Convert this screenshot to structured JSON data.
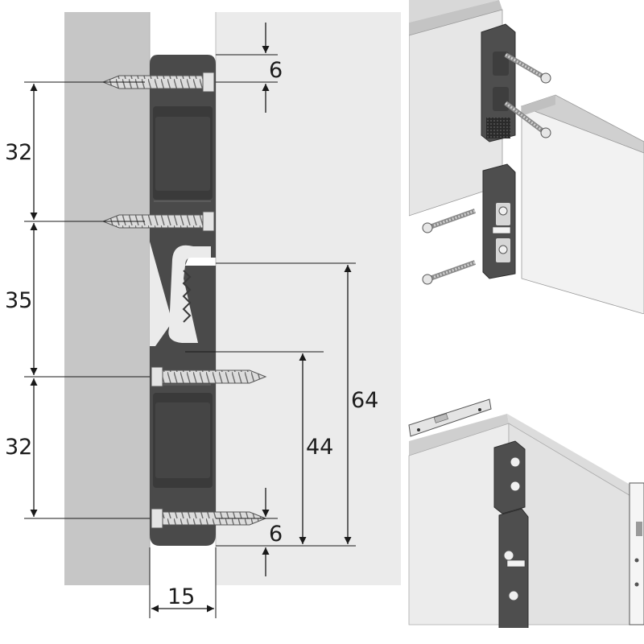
{
  "diagram": {
    "dimensions": {
      "top_offset": "6",
      "upper_spacing": "32",
      "middle_spacing": "35",
      "lower_spacing": "32",
      "bottom_offset": "6",
      "total_height": "64",
      "lower_height": "44",
      "panel_thickness": "15"
    }
  },
  "colors": {
    "wall": "#c6c6c6",
    "panel": "#ebebeb",
    "bracket": "#4a4a4a",
    "bracket_dark": "#3a3a3a",
    "bracket_light": "#5c5c5c",
    "screw": "#d8d8d8",
    "line": "#1a1a1a"
  }
}
